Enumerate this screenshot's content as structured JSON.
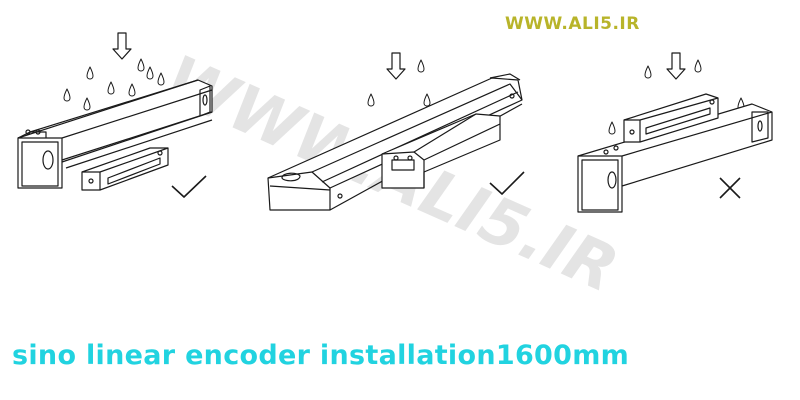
{
  "site_label": "WWW.ALI5.IR",
  "watermark_text": "WWW.ALI5.IR",
  "caption": "sino linear encoder installation1600mm",
  "colors": {
    "site_label": "#b8b42a",
    "caption": "#21d3e0",
    "watermark": "#e4e4e4",
    "line": "#1a1a1a"
  },
  "figures": [
    {
      "id": "left",
      "mark": "check-icon",
      "correct": true
    },
    {
      "id": "middle",
      "mark": "check-icon",
      "correct": true
    },
    {
      "id": "right",
      "mark": "cross-icon",
      "correct": false
    }
  ]
}
